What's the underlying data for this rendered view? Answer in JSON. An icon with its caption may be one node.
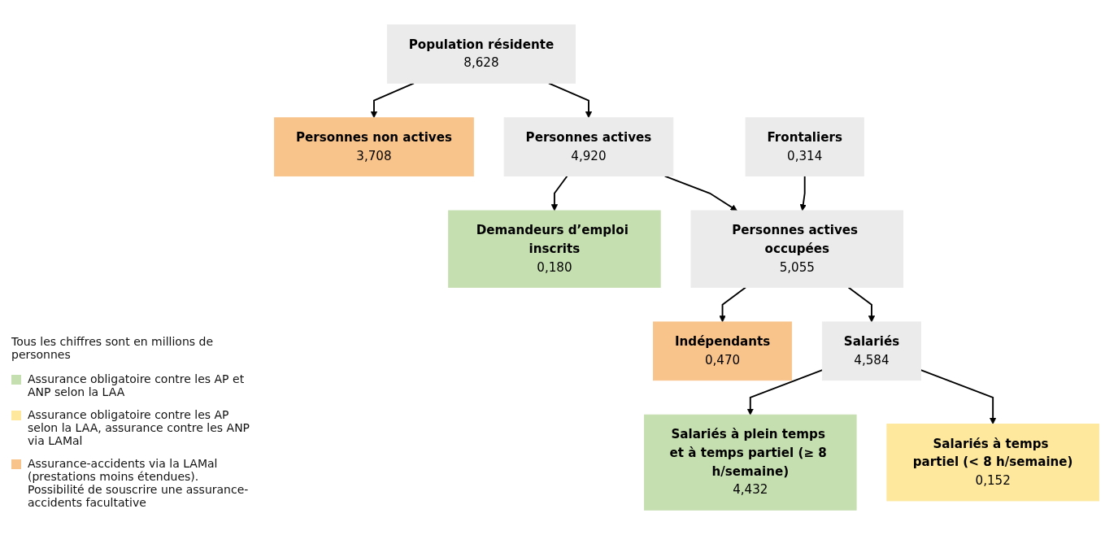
{
  "diagram": {
    "nodes": [
      {
        "text": [
          "Population résidente",
          "8,628"
        ]
      },
      {
        "text": [
          "Personnes non actives",
          "3,708"
        ]
      },
      {
        "text": [
          "Personnes actives",
          "4,920"
        ]
      },
      {
        "text": [
          "Frontaliers",
          "0,314"
        ]
      },
      {
        "text": [
          "Demandeurs d’emploi inscrits",
          "0,180"
        ]
      },
      {
        "text": [
          "Personnes actives occupées",
          "5,055"
        ]
      },
      {
        "text": [
          "Indépendants",
          "0,470"
        ]
      },
      {
        "text": [
          "Salariés",
          "4,584"
        ]
      },
      {
        "text": [
          "Salariés à plein temps et à temps partiel (≥ 8 h/semaine)",
          "4,432"
        ]
      },
      {
        "text": [
          "Salariés à temps partiel (< 8 h/semaine)",
          "0,152"
        ]
      }
    ],
    "edges": [
      {
        "from": 0,
        "to": 1,
        "arrow": "to"
      },
      {
        "from": 0,
        "to": 2,
        "arrow": "to"
      },
      {
        "from": 2,
        "to": 4,
        "arrow": "to"
      },
      {
        "from": 2,
        "to": 5,
        "arrow": "to"
      },
      {
        "from": 3,
        "to": 5,
        "arrow": "to"
      },
      {
        "from": 5,
        "to": 6,
        "arrow": "to"
      },
      {
        "from": 5,
        "to": 7,
        "arrow": "to"
      },
      {
        "from": 7,
        "to": 8,
        "arrow": "to"
      },
      {
        "from": 7,
        "to": 9,
        "arrow": "to"
      }
    ],
    "labels": [
      "Tous les chiffres sont en millions de personnes"
    ],
    "legend": [
      {
        "text": "Assurance obligatoire contre les AP et ANP selon la LAA",
        "color": "#c6dfb0"
      },
      {
        "text": "Assurance obligatoire contre les AP selon la LAA, assurance contre les ANP via LAMal",
        "color": "#fde89d"
      },
      {
        "text": "Assurance-accidents via la LAMal (prestations moins étendues). Possibilité de souscrire une assurance-accidents facultative",
        "color": "#f9c48c"
      }
    ]
  }
}
